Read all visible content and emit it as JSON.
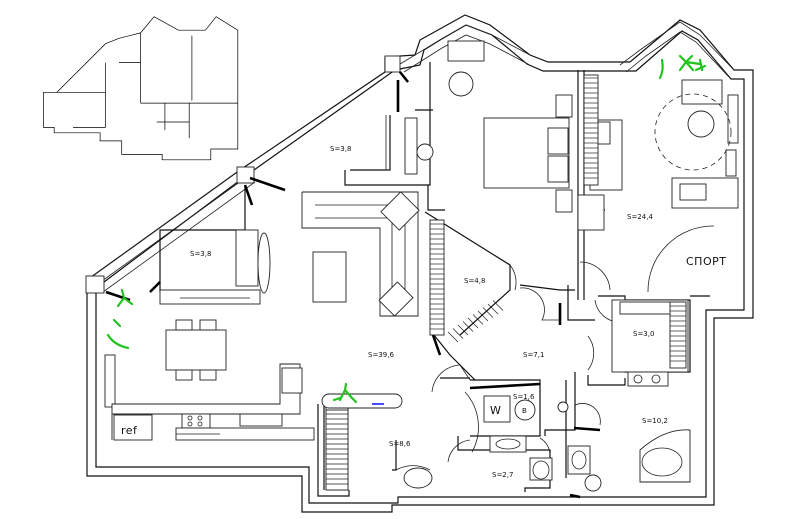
{
  "rooms": [
    {
      "id": "balcony_top",
      "label": "S=3,8"
    },
    {
      "id": "balcony_left",
      "label": "S=3,8"
    },
    {
      "id": "bedroom",
      "label": "S=24,4"
    },
    {
      "id": "wardrobe",
      "label": "S=4,8"
    },
    {
      "id": "living",
      "label": "S=39,6"
    },
    {
      "id": "hall",
      "label": "S=7,1"
    },
    {
      "id": "storage",
      "label": "S=3,0"
    },
    {
      "id": "wc_small",
      "label": "S=1,6"
    },
    {
      "id": "bath",
      "label": "S=10,2"
    },
    {
      "id": "entry",
      "label": "S=8,6"
    },
    {
      "id": "wc",
      "label": "S=2,7"
    }
  ],
  "labels": {
    "sport": "СПОРТ",
    "fridge": "ref",
    "washer": "W",
    "boiler": "B"
  },
  "colors": {
    "plant": "#22c21f",
    "wall": "#111111",
    "accent_tap": "#1a1aff"
  }
}
